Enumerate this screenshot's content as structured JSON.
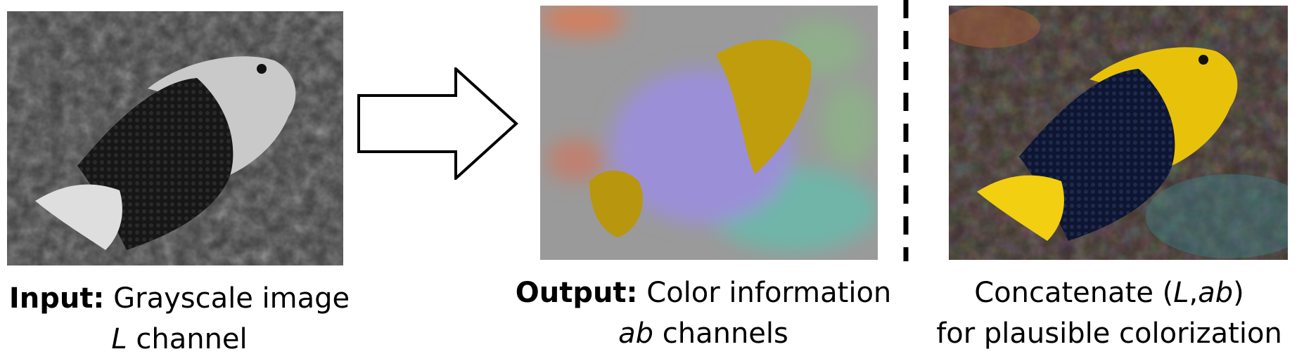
{
  "input": {
    "label_bold": "Input:",
    "label_text": " Grayscale image",
    "line2_italic": "L",
    "line2_text": " channel"
  },
  "output": {
    "label_bold": "Output:",
    "label_text": " Color information",
    "line2_italic": "ab",
    "line2_text": " channels"
  },
  "final": {
    "line1_text": "Concatenate (",
    "line1_italic_a": "L",
    "line1_comma": ",",
    "line1_italic_b": "ab",
    "line1_close": ")",
    "line2_text": "for plausible colorization"
  },
  "colors": {
    "fish_yellow": "#e8c20a",
    "fish_body_dark": "#121a3a",
    "ab_background": "#9a9a9a",
    "ab_fish_body": "#9b8fd8",
    "ab_yellow": "#c09d0c"
  }
}
